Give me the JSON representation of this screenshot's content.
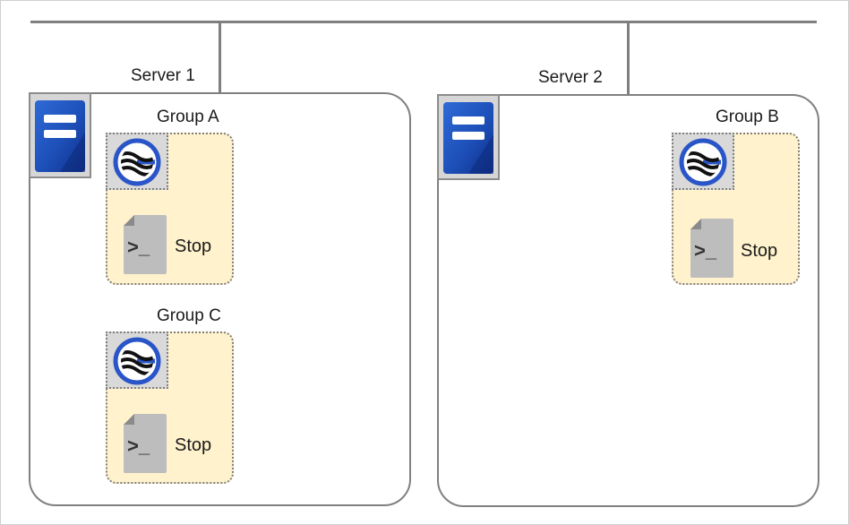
{
  "servers": [
    {
      "name": "Server 1",
      "icon": "server-icon"
    },
    {
      "name": "Server 2",
      "icon": "server-icon"
    }
  ],
  "groups": [
    {
      "name": "Group A",
      "server": "Server 1",
      "logo": "cluster-logo-icon",
      "resource_icon": "script-icon",
      "status": "Stop"
    },
    {
      "name": "Group C",
      "server": "Server 1",
      "logo": "cluster-logo-icon",
      "resource_icon": "script-icon",
      "status": "Stop"
    },
    {
      "name": "Group B",
      "server": "Server 2",
      "logo": "cluster-logo-icon",
      "resource_icon": "script-icon",
      "status": "Stop"
    }
  ],
  "colors": {
    "line": "#7f7f7f",
    "group_fill": "#fff2cc",
    "server_icon_blue": "#1f4fb4",
    "logo_blue": "#2a55c8"
  }
}
